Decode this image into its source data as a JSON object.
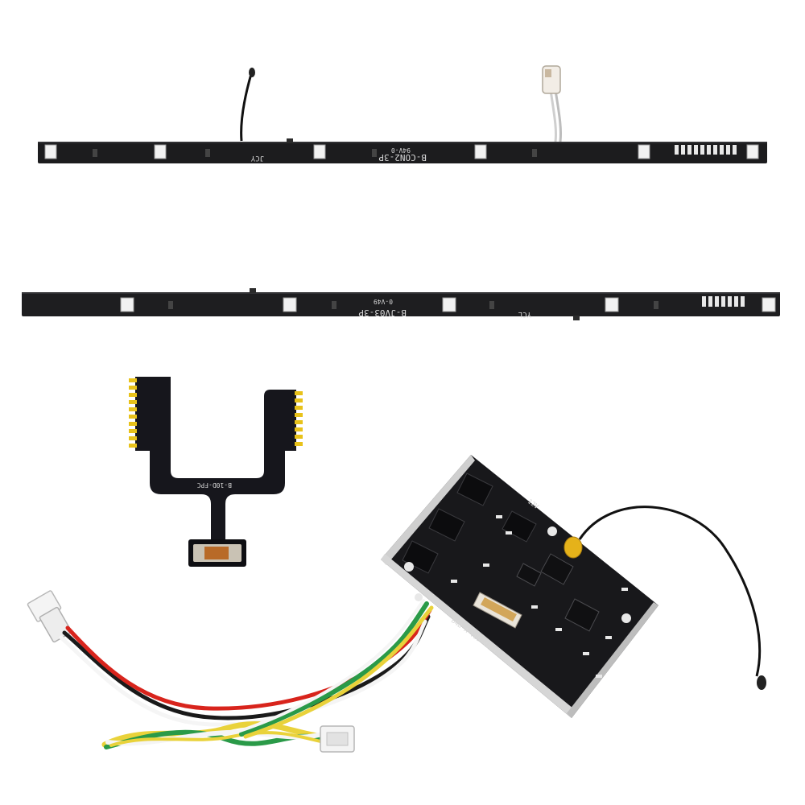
{
  "image": {
    "background": "#ffffff",
    "pcb_color": "#1c1c1e",
    "silkscreen_color": "#d8d8d8",
    "gold_pad_color": "#e8c21a",
    "wire_colors": [
      "#1a1a1a",
      "#d8241c",
      "#f5f5f5",
      "#2a9a48",
      "#e9d23a"
    ]
  },
  "strip_top": {
    "label_main": "B-CON2-3P",
    "label_sub": "94V-0",
    "label_maker": "JCY"
  },
  "strip_bottom": {
    "label_main": "B-JV03-3P",
    "label_sub": "0-V49",
    "label_maker": "YCL"
  },
  "flex_cable": {
    "label": "B-10D-FPC"
  },
  "bms_board": {
    "label_model": "B4B-A-VBB V1.3",
    "label_pad": "12V"
  }
}
